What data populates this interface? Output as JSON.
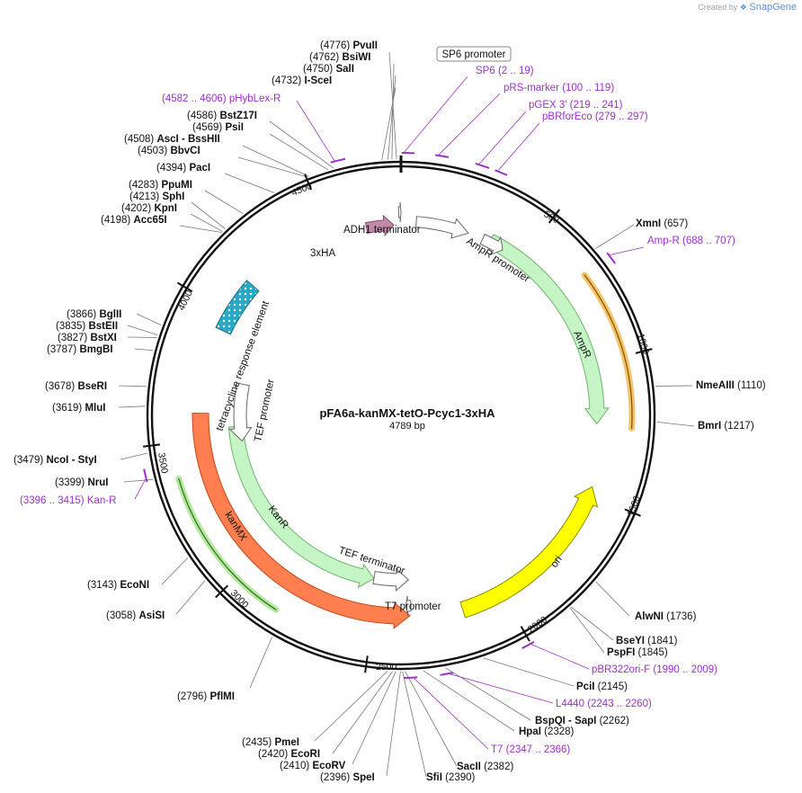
{
  "credit": {
    "prefix": "Created by",
    "brand": "SnapGene"
  },
  "plasmid": {
    "name": "pFA6a-kanMX-tetO-Pcyc1-3xHA",
    "size": "4789 bp",
    "length": 4789
  },
  "ticks": [
    "500",
    "1000",
    "1500",
    "2000",
    "2500",
    "3000",
    "3500",
    "4000",
    "4500"
  ],
  "enzymes": [
    {
      "pos": "(4776)",
      "name": "PvuII"
    },
    {
      "pos": "(4762)",
      "name": "BsiWI"
    },
    {
      "pos": "(4750)",
      "name": "SalI"
    },
    {
      "pos": "(4732)",
      "name": "I-SceI"
    },
    {
      "pos": "(4586)",
      "name": "BstZ17I"
    },
    {
      "pos": "(4569)",
      "name": "PsiI"
    },
    {
      "pos": "(4508)",
      "name": "AscI - BssHII"
    },
    {
      "pos": "(4503)",
      "name": "BbvCI"
    },
    {
      "pos": "(4394)",
      "name": "PacI"
    },
    {
      "pos": "(4283)",
      "name": "PpuMI"
    },
    {
      "pos": "(4213)",
      "name": "SphI"
    },
    {
      "pos": "(4202)",
      "name": "KpnI"
    },
    {
      "pos": "(4198)",
      "name": "Acc65I"
    },
    {
      "pos": "(3866)",
      "name": "BglII"
    },
    {
      "pos": "(3835)",
      "name": "BstEII"
    },
    {
      "pos": "(3827)",
      "name": "BstXI"
    },
    {
      "pos": "(3787)",
      "name": "BmgBI"
    },
    {
      "pos": "(3678)",
      "name": "BseRI"
    },
    {
      "pos": "(3619)",
      "name": "MluI"
    },
    {
      "pos": "(3479)",
      "name": "NcoI - StyI"
    },
    {
      "pos": "(3399)",
      "name": "NruI"
    },
    {
      "pos": "(3143)",
      "name": "EcoNI"
    },
    {
      "pos": "(3058)",
      "name": "AsiSI"
    },
    {
      "pos": "(2796)",
      "name": "PflMI"
    },
    {
      "pos": "(2435)",
      "name": "PmeI"
    },
    {
      "pos": "(2420)",
      "name": "EcoRI"
    },
    {
      "pos": "(2410)",
      "name": "EcoRV"
    },
    {
      "pos": "(2396)",
      "name": "SpeI"
    },
    {
      "pos": "(2390)",
      "name": "SfiI"
    },
    {
      "pos": "(2382)",
      "name": "SacII"
    },
    {
      "pos": "(2328)",
      "name": "HpaI"
    },
    {
      "pos": "(2262)",
      "name": "BspQI - SapI"
    },
    {
      "pos": "(2145)",
      "name": "PciI"
    },
    {
      "pos": "(1845)",
      "name": "PspFI"
    },
    {
      "pos": "(1841)",
      "name": "BseYI"
    },
    {
      "pos": "(1736)",
      "name": "AlwNI"
    },
    {
      "pos": "(1217)",
      "name": "BmrI"
    },
    {
      "pos": "(1110)",
      "name": "NmeAIII"
    },
    {
      "pos": "(657)",
      "name": "XmnI"
    }
  ],
  "primers": [
    {
      "name": "SP6",
      "range": "(2 .. 19)"
    },
    {
      "name": "pRS-marker",
      "range": "(100 .. 119)"
    },
    {
      "name": "pGEX 3'",
      "range": "(219 .. 241)"
    },
    {
      "name": "pBRforEco",
      "range": "(279 .. 297)"
    },
    {
      "name": "Amp-R",
      "range": "(688 .. 707)"
    },
    {
      "name": "pHybLex-R",
      "range": "(4582 .. 4606)"
    },
    {
      "name": "Kan-R",
      "range": "(3396 .. 3415)"
    },
    {
      "name": "pBR322ori-F",
      "range": "(1990 .. 2009)"
    },
    {
      "name": "L4440",
      "range": "(2243 .. 2260)"
    },
    {
      "name": "T7",
      "range": "(2347 .. 2366)"
    }
  ],
  "features": {
    "sp6_promoter": "SP6 promoter",
    "adh1_terminator": "ADH1 terminator",
    "ha3x": "3xHA",
    "ampr_promoter": "AmpR promoter",
    "ampr": "AmpR",
    "ori": "ori",
    "tre": "tetracycline response element",
    "tef_promoter": "TEF promoter",
    "kanr": "KanR",
    "kanmx": "kanMX",
    "tef_terminator": "TEF terminator",
    "t7_promoter": "T7 promoter"
  },
  "colors": {
    "ampr": "#c5f5c5",
    "ampr_stroke": "#6fb56f",
    "ori": "#ffff00",
    "ori_stroke": "#8a8a00",
    "kanmx": "#ff7f50",
    "kanmx_stroke": "#c24a1a",
    "kanr": "#c5f5c5",
    "tre": "#2aa9c7",
    "ha": "#c08aa8",
    "primer": "#9b30c8",
    "ampr_highlight": "#f5c46a",
    "kanr_highlight": "#b4e8a0"
  }
}
